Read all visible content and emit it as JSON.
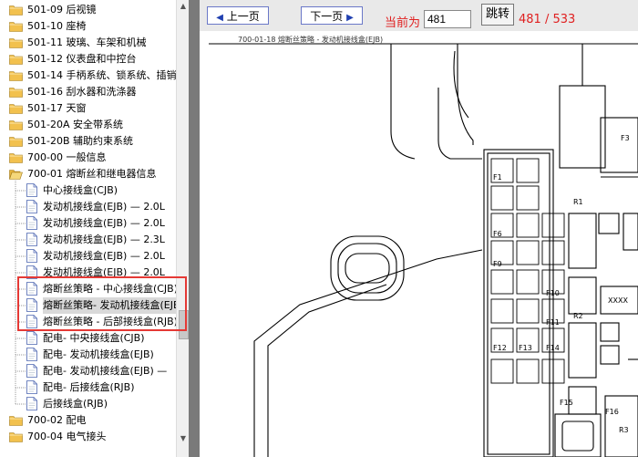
{
  "tree": {
    "items": [
      {
        "label": "501-09 后视镜",
        "type": "folder"
      },
      {
        "label": "501-10 座椅",
        "type": "folder"
      },
      {
        "label": "501-11 玻璃、车架和机械",
        "type": "folder"
      },
      {
        "label": "501-12 仪表盘和中控台",
        "type": "folder"
      },
      {
        "label": "501-14 手柄系统、锁系统、插销",
        "type": "folder"
      },
      {
        "label": "501-16 刮水器和洗涤器",
        "type": "folder"
      },
      {
        "label": "501-17 天窗",
        "type": "folder"
      },
      {
        "label": "501-20A 安全带系统",
        "type": "folder"
      },
      {
        "label": "501-20B 辅助约束系统",
        "type": "folder"
      },
      {
        "label": "700-00 一般信息",
        "type": "folder"
      },
      {
        "label": "700-01 熔断丝和继电器信息",
        "type": "folder-open"
      },
      {
        "label": "中心接线盒(CJB)",
        "type": "doc"
      },
      {
        "label": "发动机接线盒(EJB) — 2.0L",
        "type": "doc"
      },
      {
        "label": "发动机接线盒(EJB) — 2.0L",
        "type": "doc"
      },
      {
        "label": "发动机接线盒(EJB) — 2.3L",
        "type": "doc"
      },
      {
        "label": "发动机接线盒(EJB) — 2.0L",
        "type": "doc"
      },
      {
        "label": "发动机接线盒(EJB) — 2.0L",
        "type": "doc"
      },
      {
        "label": "熔断丝策略 - 中心接线盒(CJB)",
        "type": "doc"
      },
      {
        "label": "熔断丝策略- 发动机接线盒(EJB)",
        "type": "doc",
        "selected": true
      },
      {
        "label": "熔断丝策略 - 后部接线盒(RJB)",
        "type": "doc"
      },
      {
        "label": "配电- 中央接线盒(CJB)",
        "type": "doc"
      },
      {
        "label": "配电- 发动机接线盒(EJB)",
        "type": "doc"
      },
      {
        "label": "配电- 发动机接线盒(EJB) —",
        "type": "doc"
      },
      {
        "label": "配电- 后接线盒(RJB)",
        "type": "doc"
      },
      {
        "label": "后接线盒(RJB)",
        "type": "doc"
      },
      {
        "label": "700-02 配电",
        "type": "folder"
      },
      {
        "label": "700-04 电气接头",
        "type": "folder"
      }
    ]
  },
  "toolbar": {
    "prev_label": "上一页",
    "next_label": "下一页",
    "current_label": "当前为",
    "page_value": "481",
    "jump_label": "跳转",
    "page_count": "481 / 533"
  },
  "document": {
    "header": "700-01-18 熔断丝策略 - 发动机接线盒(EJB)",
    "labels": [
      "F3",
      "F1",
      "F6",
      "F9",
      "F10",
      "F11",
      "F12",
      "F13",
      "F14",
      "F15",
      "F16",
      "R1",
      "R2",
      "R3",
      "XXXX"
    ]
  },
  "colors": {
    "highlight_border": "#e53935",
    "page_text": "#e02020",
    "nav_arrow": "#2040b0",
    "folder": "#f2c14e",
    "splitter": "#7a7a7a"
  }
}
